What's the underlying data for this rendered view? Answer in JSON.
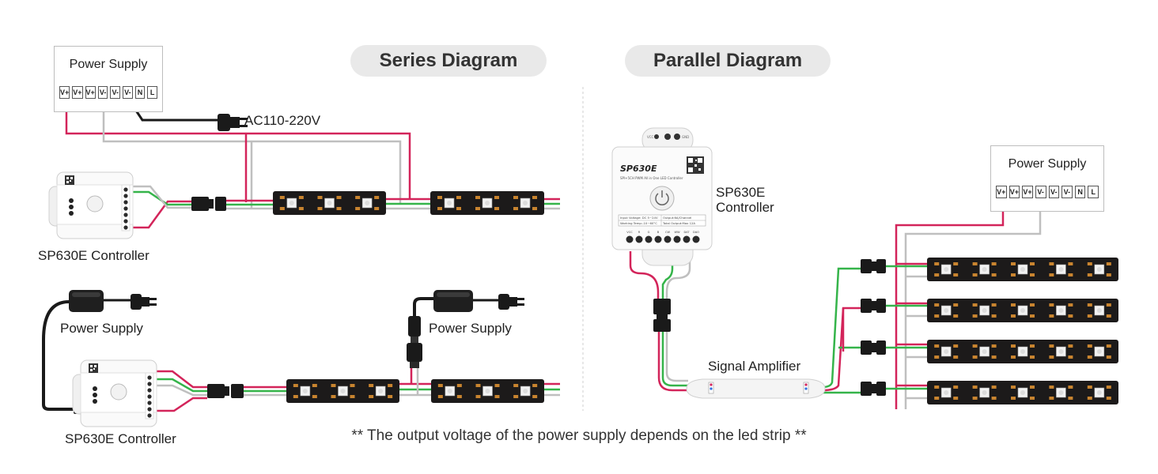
{
  "titles": {
    "series": "Series Diagram",
    "parallel": "Parallel Diagram"
  },
  "power_supply": {
    "label": "Power Supply",
    "terminals": [
      "V+",
      "V+",
      "V+",
      "V-",
      "V-",
      "V-",
      "N",
      "L"
    ]
  },
  "mains_label": "AC110-220V",
  "controller_label": "SP630E Controller",
  "parallel_controller_label": [
    "SP630E",
    "Controller"
  ],
  "controller_face": {
    "model": "SP630E",
    "subtitle": "SPI+5CH PWM All in One LED Controller",
    "pins": [
      "VCC",
      "GND"
    ],
    "spec_rows": [
      [
        "Input Voltage: DC 5~24V",
        "Output:6A/Channel"
      ],
      [
        "Working Temp:-10~60°C",
        "Total Output:Max 12A"
      ]
    ],
    "outputs": [
      "VCC",
      "R",
      "G",
      "B",
      "CW",
      "WW",
      "DAT",
      "DAO"
    ]
  },
  "amplifier_label": "Signal Amplifier",
  "footer_note": "** The output voltage of the power supply depends on the led strip **",
  "colors": {
    "red_wire": "#d3245a",
    "green_wire": "#35b44a",
    "grey_wire": "#bfbfbf",
    "black_wire": "#1a1a1a",
    "strip": "#1c1a1a",
    "pill": "#e9e9e9"
  },
  "icons": [
    "power-button-icon",
    "qr-code-icon",
    "dc-plug-icon",
    "ac-plug-icon",
    "connector-icon"
  ]
}
